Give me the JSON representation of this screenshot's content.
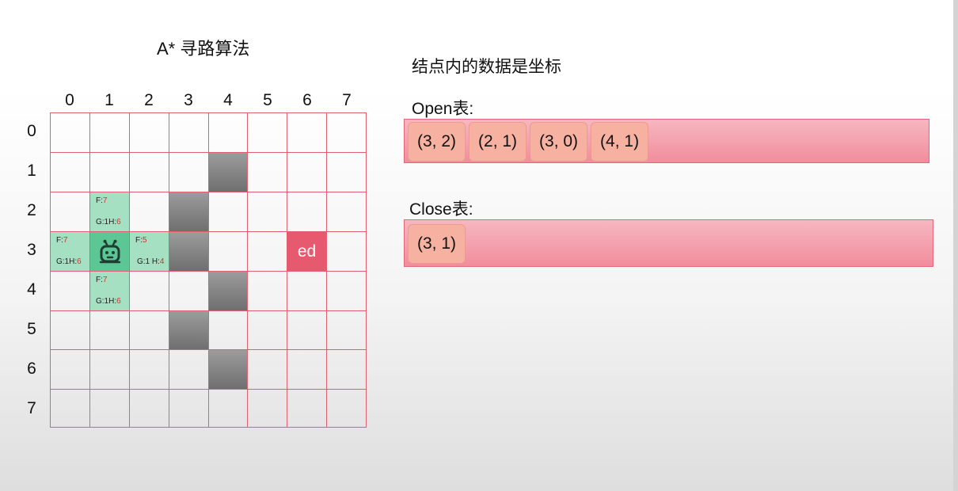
{
  "page": {
    "title": "A* 寻路算法",
    "note": "结点内的数据是坐标"
  },
  "grid": {
    "col_labels": [
      "0",
      "1",
      "2",
      "3",
      "4",
      "5",
      "6",
      "7"
    ],
    "row_labels": [
      "0",
      "1",
      "2",
      "3",
      "4",
      "5",
      "6",
      "7"
    ],
    "end_label": "ed",
    "cells": {
      "r2c1": {
        "f_label": "F:",
        "f_value": "7",
        "g_text": "G:1H:",
        "h_value": "6"
      },
      "r3c0": {
        "f_label": "F:",
        "f_value": "7",
        "g_text": "G:1H:",
        "h_value": "6"
      },
      "r3c2": {
        "f_label": "F:",
        "f_value": "5",
        "g_text": "G:1 H:",
        "h_value": "4"
      },
      "r4c1": {
        "f_label": "F:",
        "f_value": "7",
        "g_text": "G:1H:",
        "h_value": "6"
      }
    }
  },
  "open_list": {
    "label": "Open表:",
    "items": [
      "(3, 2)",
      "(2, 1)",
      "(3, 0)",
      "(4, 1)"
    ]
  },
  "close_list": {
    "label": "Close表:",
    "items": [
      "(3, 1)"
    ]
  },
  "colors": {
    "grid_line": "#e06070",
    "wall": "#808080",
    "open_node": "#a6e0c3",
    "current_node": "#5cc795",
    "end_node": "#e6596f",
    "list_bg": "#f4a0ad",
    "chip": "#f6b1a1"
  }
}
